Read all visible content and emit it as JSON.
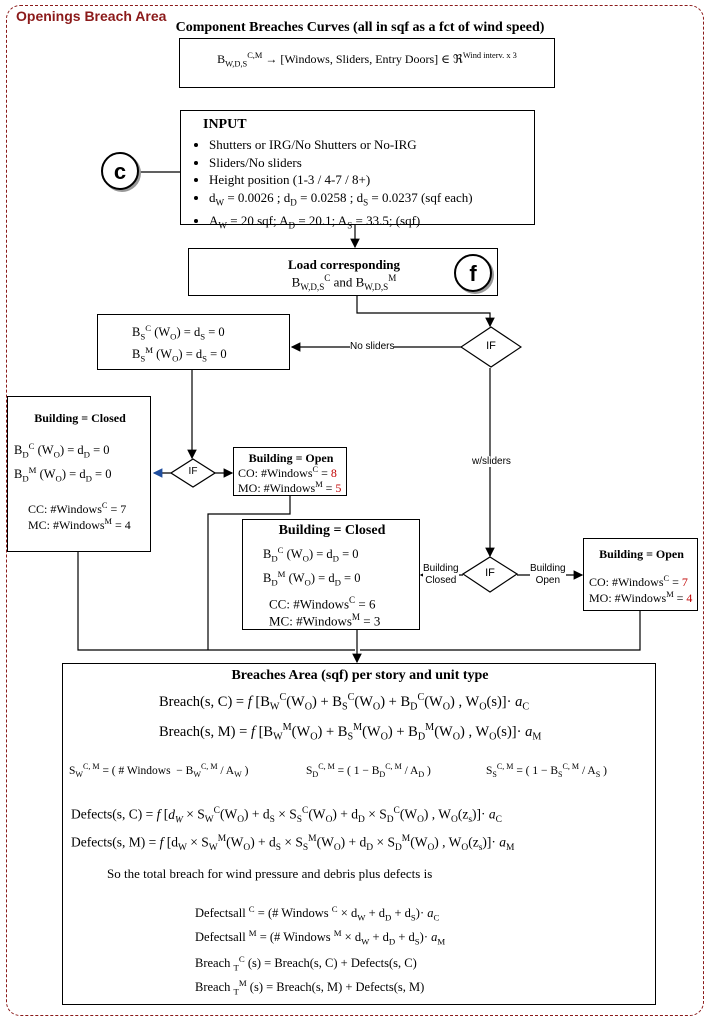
{
  "frame_title": "Openings Breach Area",
  "component": {
    "title": "Component Breaches Curves (all in sqf as a fct of wind speed)",
    "formula": "B_{W,D,S}^{C,M} → [Windows, Sliders, Entry Doors] ∈ ℜ^{Wind interv. x 3}"
  },
  "input": {
    "title": "INPUT",
    "items": [
      "Shutters or IRG/No Shutters or No-IRG",
      "Sliders/No sliders",
      "Height position (1-3 / 4-7 / 8+)",
      "dW = 0.0026 ; dD = 0.0258 ; dS = 0.0237 (sqf each)",
      "AW = 20 sqf; AD = 20.1; AS = 33.5; (sqf)"
    ],
    "connector": "c"
  },
  "load": {
    "title": "Load corresponding",
    "line2": "BW,D,S C and BW,D,S M",
    "connector": "f"
  },
  "if_label": "IF",
  "edge_labels": {
    "no_sliders": "No sliders",
    "w_sliders": "w/sliders",
    "building_closed": "Building\nClosed",
    "building_open": "Building\nOpen"
  },
  "sliders_box": {
    "line1": "B_S^C (W_O) = d_S = 0",
    "line2": "B_S^M (W_O) = d_S = 0"
  },
  "closed_left": {
    "title": "Building = Closed",
    "line1": "B_D^C (W_O) = d_D = 0",
    "line2": "B_D^M (W_O) = d_D = 0",
    "cc": "CC: #Windows",
    "cc_val": "7",
    "mc": "MC: #Windows",
    "mc_val": "4"
  },
  "open_left": {
    "title": "Building = Open",
    "co": "CO: #Windows",
    "co_val": "8",
    "mo": "MO: #Windows",
    "mo_val": "5"
  },
  "closed_mid": {
    "title": "Building = Closed",
    "line1": "B_D^C (W_O) = d_D = 0",
    "line2": "B_D^M (W_O) = d_D = 0",
    "cc": "CC: #Windows",
    "cc_val": "6",
    "mc": "MC: #Windows",
    "mc_val": "3"
  },
  "open_right": {
    "title": "Building = Open",
    "co": "CO: #Windows",
    "co_val": "7",
    "mo": "MO: #Windows",
    "mo_val": "4"
  },
  "breaches": {
    "title": "Breaches Area (sqf) per story and unit type",
    "eq1": "Breach(s, C) = f[B_W^C(W_O) + B_S^C(W_O) + B_D^C(W_O) , W_O(s)]· a_C",
    "eq2": "Breach(s, M) = f[B_W^M(W_O) + B_S^M(W_O) + B_D^M(W_O) , W_O(s)]· a_M",
    "sw": "S_W^{C,M} = (# Windows − B_W^{C,M} / A_W)",
    "sd": "S_D^{C,M} = (1 − B_D^{C,M} / A_D)",
    "ss": "S_S^{C,M} = (1 − B_S^{C,M} / A_S)",
    "eq3": "Defects(s, C) = f[d_W × S_W^C(W_O) + d_S × S_S^C(W_O) + d_D × S_D^C(W_O) , W_O(z_s)]· a_C",
    "eq4": "Defects(s, M) = f[d_W × S_W^M(W_O) + d_S × S_S^M(W_O) + d_D × S_D^M(W_O) , W_O(z_s)]· a_M",
    "sentence": "So the total breach for wind pressure and debris plus defects is",
    "eq5": "Defectsall C = (# Windows C × d_W + d_D + d_S)· a_C",
    "eq6": "Defectsall M = (# Windows M × d_W + d_D + d_S)· a_M",
    "eq7": "Breach_T^C (s) = Breach(s, C) + Defects(s, C)",
    "eq8": "Breach_T^M (s) = Breach(s, M) + Defects(s, M)"
  }
}
